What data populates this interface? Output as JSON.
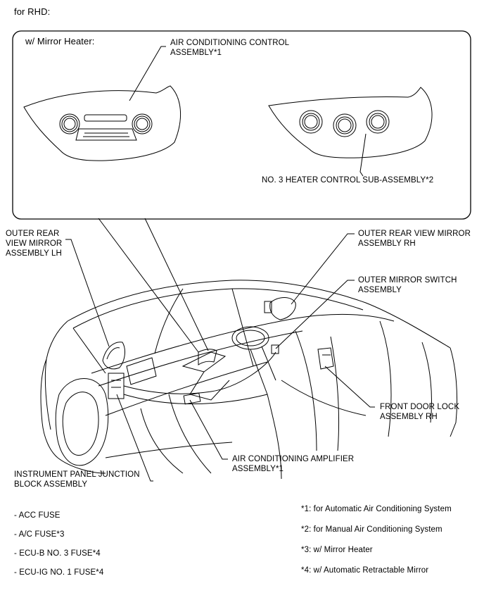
{
  "header": {
    "title": "for RHD:"
  },
  "inset": {
    "title": "w/ Mirror Heater:"
  },
  "callouts": {
    "ac_control": "AIR CONDITIONING CONTROL\nASSEMBLY*1",
    "heater_control": "NO. 3 HEATER CONTROL SUB-ASSEMBLY*2",
    "mirror_lh": "OUTER REAR\nVIEW MIRROR\nASSEMBLY LH",
    "mirror_rh": "OUTER REAR VIEW MIRROR\nASSEMBLY RH",
    "mirror_switch": "OUTER MIRROR SWITCH\nASSEMBLY",
    "door_lock": "FRONT DOOR LOCK\nASSEMBLY RH",
    "ac_amplifier": "AIR CONDITIONING AMPLIFIER\nASSEMBLY*1",
    "junction_block": "INSTRUMENT PANEL JUNCTION\nBLOCK ASSEMBLY"
  },
  "fuses": [
    "- ACC FUSE",
    "- A/C FUSE*3",
    "- ECU-B NO. 3 FUSE*4",
    "- ECU-IG NO. 1 FUSE*4"
  ],
  "notes": [
    "*1: for Automatic Air Conditioning System",
    "*2: for Manual Air Conditioning System",
    "*3: w/ Mirror Heater",
    "*4: w/ Automatic Retractable Mirror"
  ]
}
